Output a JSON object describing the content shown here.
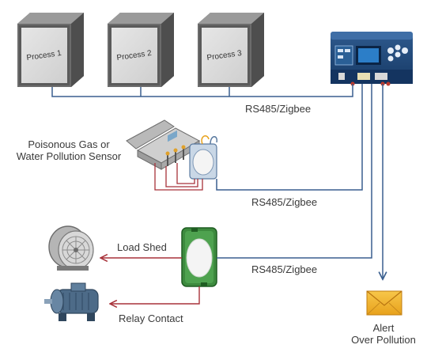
{
  "processes": [
    {
      "label": "Process 1"
    },
    {
      "label": "Process 2"
    },
    {
      "label": "Process 3"
    }
  ],
  "links": [
    {
      "label": "RS485/Zigbee"
    },
    {
      "label": "RS485/Zigbee"
    },
    {
      "label": "RS485/Zigbee"
    }
  ],
  "sensor": {
    "line1": "Poisonous Gas or",
    "line2": "Water Pollution Sensor"
  },
  "outputs": {
    "load_shed": "Load Shed",
    "relay_contact": "Relay Contact"
  },
  "alert": {
    "line1": "Alert",
    "line2": "Over Pollution"
  },
  "colors": {
    "blue_line": "#3a5f8f",
    "red_line": "#a8323a",
    "controller": "#1f4777",
    "relay_green": "#3d8a3e",
    "envelope": "#f2b22a"
  },
  "icons": [
    "controller-icon",
    "sensor-icon",
    "relay-module-icon",
    "fan-icon",
    "motor-icon",
    "envelope-icon"
  ]
}
